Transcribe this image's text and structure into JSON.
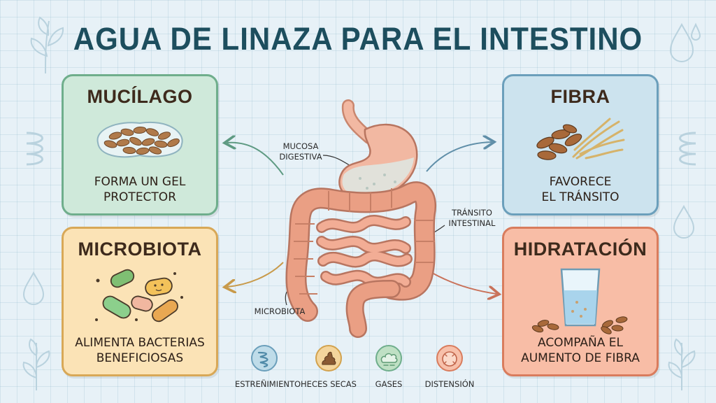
{
  "title": "AGUA DE LINAZA PARA EL INTESTINO",
  "cards": {
    "mucilago": {
      "title": "MUCÍLAGO",
      "desc": [
        "FORMA UN GEL",
        "PROTECTOR"
      ],
      "color": "#cfe9da",
      "border": "#6fae8c"
    },
    "fibra": {
      "title": "FIBRA",
      "desc": [
        "FAVORECE",
        "EL TRÁNSITO"
      ],
      "color": "#cce3ee",
      "border": "#6b9fbb"
    },
    "microbiota": {
      "title": "MICROBIOTA",
      "desc": [
        "ALIMENTA BACTERIAS",
        "BENEFICIOSAS"
      ],
      "color": "#fbe3b6",
      "border": "#d8a857"
    },
    "hidratacion": {
      "title": "HIDRATACIÓN",
      "desc": [
        "ACOMPAÑA EL",
        "AUMENTO DE FIBRA"
      ],
      "color": "#f8bda6",
      "border": "#d97c5d"
    }
  },
  "labels": {
    "mucosa": [
      "MUCOSA",
      "DIGESTIVA"
    ],
    "transito": [
      "TRÁNSITO",
      "INTESTINAL"
    ],
    "microbiota": "MICROBIOTA"
  },
  "symptoms": [
    {
      "label": "ESTREÑIMIENTO",
      "icon": "intestine-icon",
      "color": "#bfdce9"
    },
    {
      "label": "HECES SECAS",
      "icon": "stool-icon",
      "color": "#f4d59c"
    },
    {
      "label": "GASES",
      "icon": "gas-cloud-icon",
      "color": "#bfe0c4"
    },
    {
      "label": "DISTENSIÓN",
      "icon": "bloated-belly-icon",
      "color": "#f7c0aa"
    }
  ]
}
